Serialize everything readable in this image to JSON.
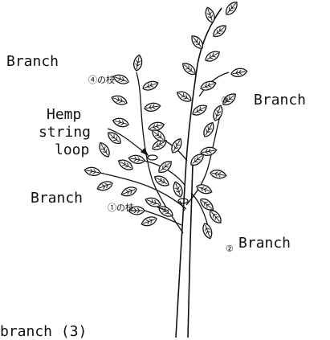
{
  "labels": {
    "branch_1_jp": "①の枝",
    "branch_3_circle": "③",
    "branch_2_circle": "②",
    "branch_4_jp": "④の枝",
    "branch_top_left": "Branch",
    "branch_right_upper": "Branch",
    "branch_left_mid": "Branch",
    "branch_right_lower": "Branch",
    "hemp_line1": "Hemp",
    "hemp_line2": "string",
    "hemp_line3": "loop",
    "bottom_caption": "branch (3)"
  }
}
